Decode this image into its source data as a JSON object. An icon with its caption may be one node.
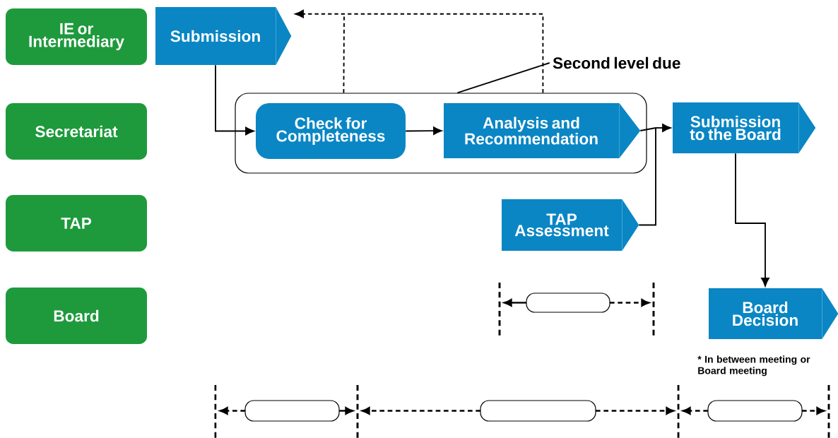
{
  "diagram": {
    "nodes": [
      {
        "text": [
          "IE or Intermediary"
        ]
      },
      {
        "text": [
          "Secretariat"
        ]
      },
      {
        "text": [
          "TAP"
        ]
      },
      {
        "text": [
          "Board"
        ]
      },
      {
        "text": [
          "Submission"
        ]
      },
      {
        "text": [],
        "shape": "box"
      },
      {
        "text": [
          "Check for Completeness"
        ],
        "in": 5
      },
      {
        "text": [
          "Analysis and Recommendation"
        ],
        "in": 5
      },
      {
        "text": [
          "Second level due"
        ]
      },
      {
        "text": [
          "Submission to the Board"
        ]
      },
      {
        "text": [
          "TAP Assessment"
        ]
      },
      {
        "text": [
          "Board Decision"
        ]
      },
      {
        "text": [],
        "shape": "box"
      },
      {
        "text": [],
        "shape": "box"
      },
      {
        "text": [],
        "shape": "box"
      },
      {
        "text": [],
        "shape": "box"
      }
    ],
    "edges": [
      {
        "from": 4,
        "to": 6,
        "arrow": "to"
      },
      {
        "from": 6,
        "to": 7,
        "arrow": "to"
      },
      {
        "from": 7,
        "to": 9,
        "arrow": "to"
      },
      {
        "from": 10,
        "to": 9,
        "arrow": "to"
      },
      {
        "from": 9,
        "to": 11,
        "arrow": "to"
      },
      {
        "from": 5,
        "to": 4,
        "arrow": "to",
        "style": "dashed"
      },
      {
        "from": 8,
        "to": 5,
        "arrow": "none"
      }
    ],
    "labels": [
      "* In between meeting or Board meeting"
    ]
  }
}
